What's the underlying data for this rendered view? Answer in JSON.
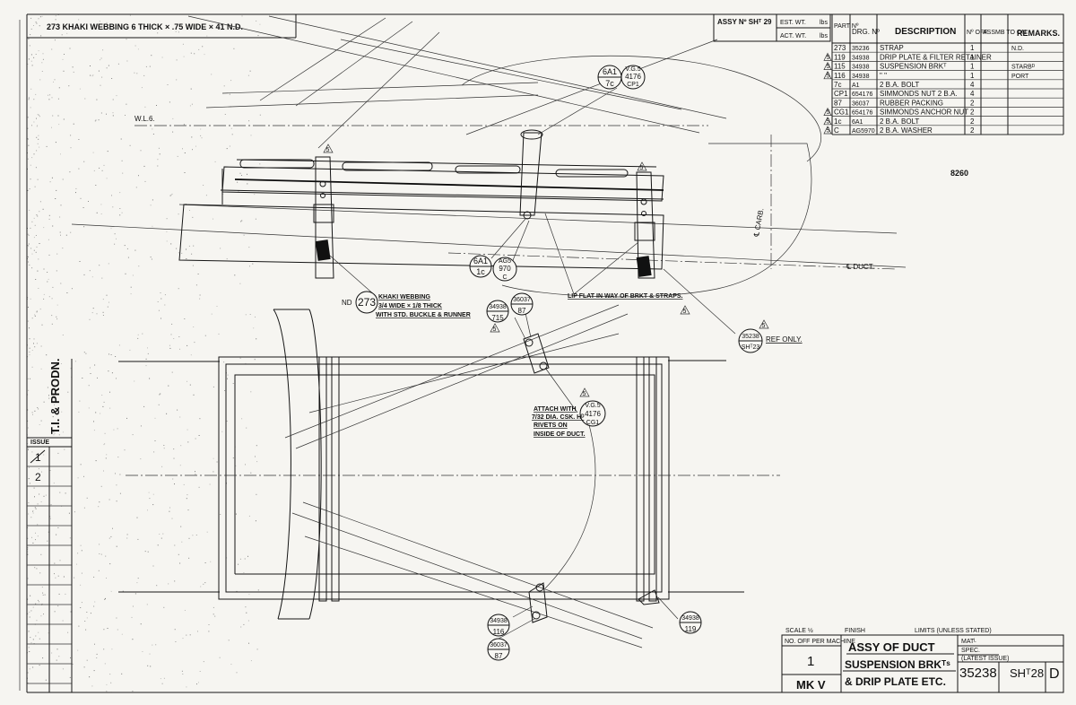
{
  "header": {
    "title_line": "273 KHAKI WEBBING 6 THICK × .75 WIDE × 41 N.D.",
    "assy_no": "ASSY Nº SHᵀ 29",
    "est_wt": "EST. WT.",
    "act_wt": "ACT. WT.",
    "lbs": "lbs"
  },
  "parts_table": {
    "headers": [
      "PART Nº",
      "DRG. Nº",
      "DESCRIPTION",
      "Nº OFF",
      "ASSMB TO ON",
      "REMARKS."
    ],
    "rows": [
      {
        "mark": "",
        "part": "273",
        "drg": "35236",
        "desc": "STRAP",
        "off": "1",
        "on": "",
        "rem": "N.D."
      },
      {
        "mark": "5",
        "part": "119",
        "drg": "34938",
        "desc": "DRIP PLATE & FILTER RETAINER",
        "off": "1",
        "on": "",
        "rem": ""
      },
      {
        "mark": "5",
        "part": "115",
        "drg": "34938",
        "desc": "SUSPENSION BRKᵀ",
        "off": "1",
        "on": "",
        "rem": "STARBᴰ"
      },
      {
        "mark": "5",
        "part": "116",
        "drg": "34938",
        "desc": "\"        \"",
        "off": "1",
        "on": "",
        "rem": "PORT"
      },
      {
        "mark": "",
        "part": "7c",
        "drg": "A1",
        "desc": "2 B.A. BOLT",
        "off": "4",
        "on": "",
        "rem": ""
      },
      {
        "mark": "",
        "part": "CP1",
        "drg": "654176",
        "desc": "SIMMONDS NUT 2 B.A.",
        "off": "4",
        "on": "",
        "rem": ""
      },
      {
        "mark": "",
        "part": "87",
        "drg": "36037",
        "desc": "RUBBER PACKING",
        "off": "2",
        "on": "",
        "rem": ""
      },
      {
        "mark": "5",
        "part": "CG1",
        "drg": "654176",
        "desc": "SIMMONDS ANCHOR NUT",
        "off": "2",
        "on": "",
        "rem": ""
      },
      {
        "mark": "5",
        "part": "1c",
        "drg": "6A1",
        "desc": "2 B.A. BOLT",
        "off": "2",
        "on": "",
        "rem": ""
      },
      {
        "mark": "5",
        "part": "C",
        "drg": "AG5970",
        "desc": "2 B.A. WASHER",
        "off": "2",
        "on": "",
        "rem": ""
      }
    ]
  },
  "balloons": {
    "b1": {
      "top": "6A1",
      "bottom": "7c"
    },
    "b2": {
      "top": "V.G.5",
      "mid": "4176",
      "bottom": "CP1"
    },
    "b3": {
      "top": "6A1",
      "bottom": "1c"
    },
    "b4": {
      "top": "AG5",
      "mid": "970",
      "bottom": "C"
    },
    "b5": {
      "num": "273"
    },
    "b6": {
      "top": "34938",
      "bottom": "715"
    },
    "b7": {
      "top": "36037",
      "bottom": "87"
    },
    "b8": {
      "top": "V.G.5",
      "mid": "4176",
      "bottom": "CG1"
    },
    "b9": {
      "top": "35238",
      "bottom": "SHᵀ23"
    },
    "b10": {
      "top": "34938",
      "bottom": "116"
    },
    "b11": {
      "top": "36037",
      "bottom": "87"
    },
    "b12": {
      "top": "34938",
      "bottom": "119"
    }
  },
  "notes": {
    "wl": "W.L.6.",
    "carb": "℄ CARB.",
    "duct": "℄ DUCT.",
    "number_8260": "8260",
    "nd": "ND",
    "webbing_1": "KHAKI WEBBING",
    "webbing_2": "3/4 WIDE × 1/8 THICK",
    "webbing_3": "WITH STD. BUCKLE & RUNNER",
    "lip_flat": "LIP FLAT IN WAY OF BRKT & STRAPS.",
    "ref_only": "REF ONLY.",
    "attach_1": "ATTACH WITH",
    "attach_2": "7/32 DIA. CSK. Hᴰ",
    "attach_3": "RIVETS ON",
    "attach_4": "INSIDE OF DUCT.",
    "rev": "5"
  },
  "side_strip": {
    "label": "T.I. & PRODN.",
    "issue": "ISSUE",
    "issues": [
      "1",
      "2"
    ]
  },
  "title_block": {
    "scale": "SCALE ½",
    "finish": "FINISH",
    "limits": "LIMITS (UNLESS STATED)",
    "no_off": "NO. OFF PER MACHINE",
    "qty": "1",
    "title_1": "ASSY OF DUCT",
    "title_2": "SUSPENSION BRKᵀˢ",
    "title_3": "& DRIP PLATE ETC.",
    "mat": "MATᴸ",
    "spec": "SPEC.",
    "latest": "(LATEST ISSUE)",
    "dwg_no": "35238",
    "sheet": "SHᵀ28",
    "rev": "D",
    "mark": "MK V"
  }
}
